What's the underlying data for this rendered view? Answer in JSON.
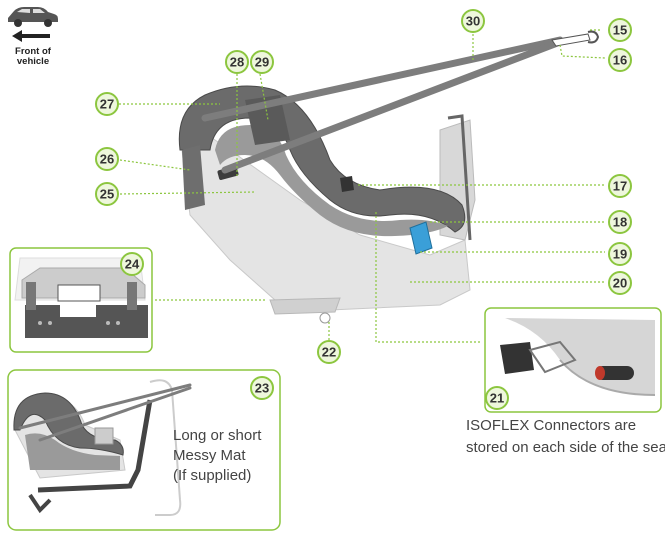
{
  "vehicle_indicator": {
    "text": "Front of vehicle",
    "line1": "Front of",
    "line2": "vehicle"
  },
  "callouts": [
    "15",
    "16",
    "17",
    "18",
    "19",
    "20",
    "21",
    "22",
    "23",
    "24",
    "25",
    "26",
    "27",
    "28",
    "29",
    "30"
  ],
  "captions": {
    "messy_mat": [
      "Long or short",
      "Messy Mat",
      "(If supplied)"
    ],
    "isoflex": [
      "ISOFLEX Connectors are",
      "stored on each side of the seat"
    ]
  },
  "colors": {
    "accent": "#8cc63f",
    "label_fill": "#eef7dc",
    "cover": "#6b6b6b",
    "shell": "#e4e4e4",
    "strap": "#7d7d7d",
    "connector": "#3a9fd8",
    "isoflex_tip": "#c0392b"
  }
}
